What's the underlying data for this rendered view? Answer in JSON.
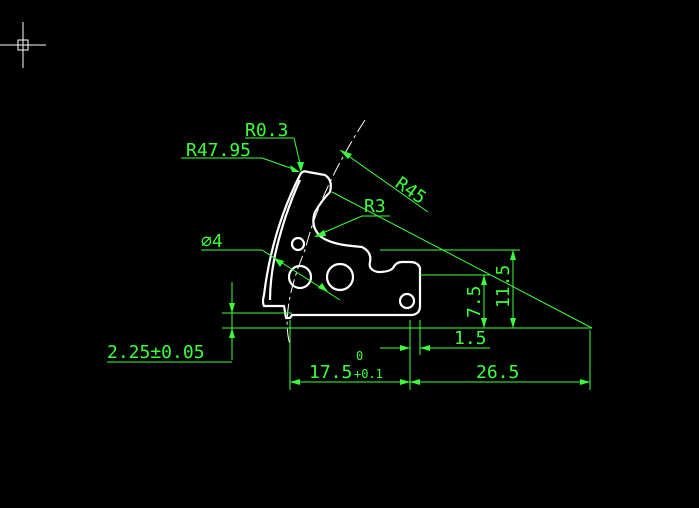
{
  "drawing": {
    "background": "#000000",
    "dimension_color": "#3cff3c",
    "outline_color": "#ffffff",
    "cursor_icon": "crosshair-icon"
  },
  "dimensions": {
    "r03": "R0.3",
    "r4795": "R47.95",
    "r45": "R45",
    "r3": "R3",
    "dia4": "⌀4",
    "h115": "11.5",
    "h75": "7.5",
    "w15": "1.5",
    "t225": "2.25±0.05",
    "w175": "17.5",
    "tol_upper": "0",
    "tol_lower": "+0.1",
    "w265": "26.5"
  }
}
